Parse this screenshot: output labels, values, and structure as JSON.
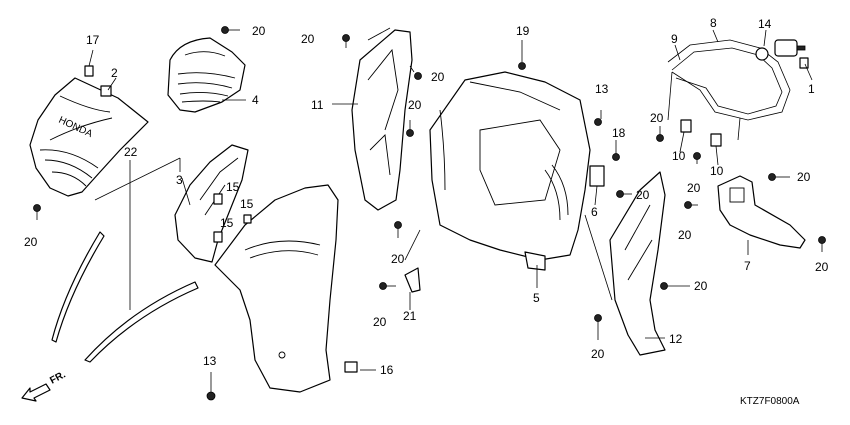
{
  "diagram": {
    "figure_code": "KTZ7F0800A",
    "direction_label": "FR.",
    "callouts": {
      "c1": "1",
      "c2": "2",
      "c3": "3",
      "c4": "4",
      "c5": "5",
      "c6": "6",
      "c7": "7",
      "c8": "8",
      "c9": "9",
      "c10a": "10",
      "c10b": "10",
      "c11": "11",
      "c12": "12",
      "c13a": "13",
      "c13b": "13",
      "c14": "14",
      "c15a": "15",
      "c15b": "15",
      "c15c": "15",
      "c16": "16",
      "c17": "17",
      "c18": "18",
      "c19": "19",
      "c20a": "20",
      "c20b": "20",
      "c20c": "20",
      "c20d": "20",
      "c20e": "20",
      "c20f": "20",
      "c20g": "20",
      "c20h": "20",
      "c20i": "20",
      "c20j": "20",
      "c20k": "20",
      "c20l": "20",
      "c20m": "20",
      "c20n": "20",
      "c20o": "20",
      "c21": "21",
      "c22": "22"
    },
    "colors": {
      "line": "#000000",
      "background": "#ffffff"
    }
  }
}
